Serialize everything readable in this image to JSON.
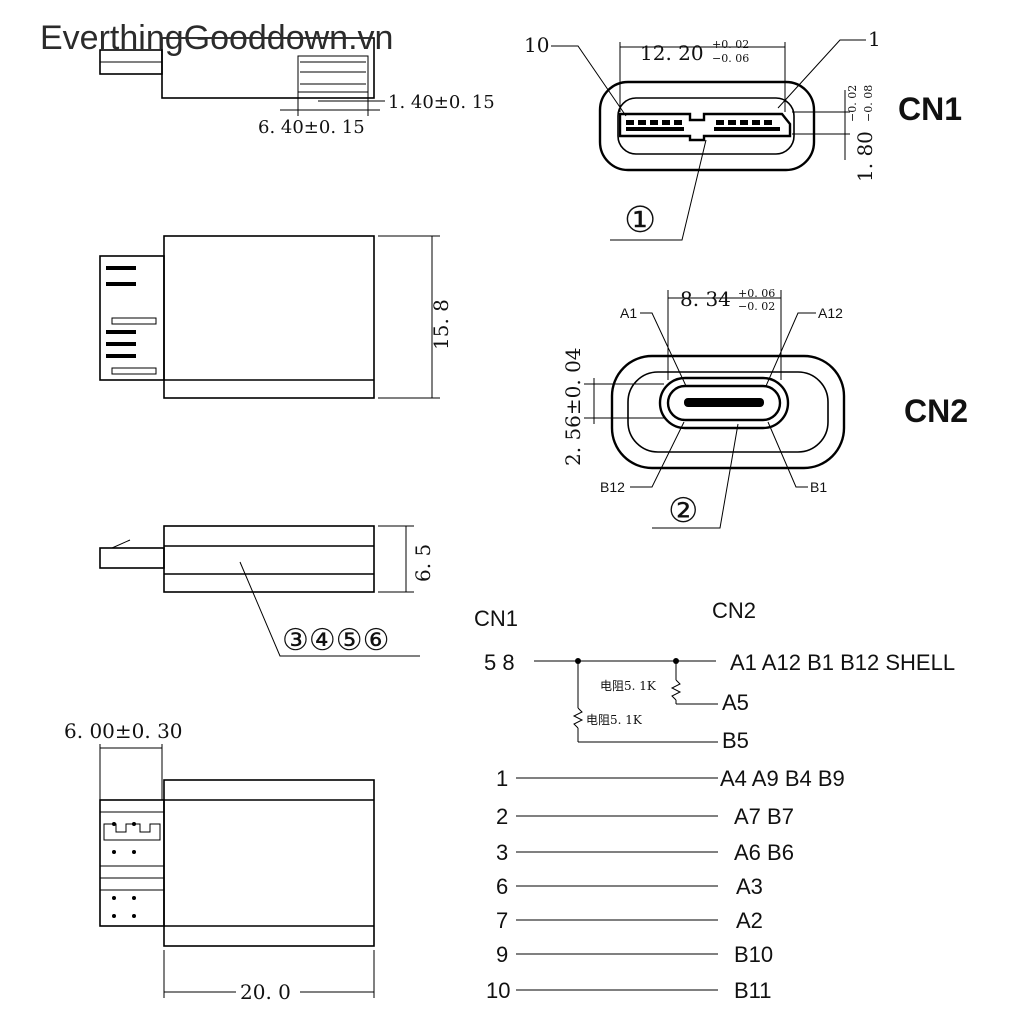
{
  "watermark": "EverthingGooddown.vn",
  "cn1_view": {
    "label": "CN1",
    "width_dim": "12. 20",
    "width_tol_top": "+0. 02",
    "width_tol_bottom": "−0. 06",
    "height_dim": "1. 80",
    "height_tol_top": "−0. 02",
    "height_tol_bottom": "−0. 08",
    "pin_left": "10",
    "pin_right": "1",
    "callout": "①"
  },
  "cn2_view": {
    "label": "CN2",
    "width_dim": "8. 34",
    "width_tol_top": "+0. 06",
    "width_tol_bottom": "−0. 02",
    "height_dim": "2. 56±0. 04",
    "pin_a1": "A1",
    "pin_a12": "A12",
    "pin_b12": "B12",
    "pin_b1": "B1",
    "callout": "②"
  },
  "side_top_view": {
    "dim_a": "1. 40±0. 15",
    "dim_b": "6. 40±0. 15"
  },
  "front_view": {
    "height_dim": "15. 8"
  },
  "side_view": {
    "height_dim": "6. 5",
    "callout": "③④⑤⑥"
  },
  "bottom_view": {
    "plug_dim": "6. 00±0. 30",
    "length_dim": "20. 0"
  },
  "wiring": {
    "header_left": "CN1",
    "header_right": "CN2",
    "ground_left": "5 8",
    "ground_right": "A1 A12 B1 B12 SHELL",
    "resistor1_label": "电阻5. 1K",
    "resistor1_target": "A5",
    "resistor2_label": "电阻5. 1K",
    "resistor2_target": "B5",
    "rows": [
      {
        "left": "1",
        "right": "A4 A9 B4 B9"
      },
      {
        "left": "2",
        "right": "A7 B7"
      },
      {
        "left": "3",
        "right": "A6 B6"
      },
      {
        "left": "6",
        "right": "A3"
      },
      {
        "left": "7",
        "right": "A2"
      },
      {
        "left": "9",
        "right": "B10"
      },
      {
        "left": "10",
        "right": "B11"
      }
    ]
  }
}
